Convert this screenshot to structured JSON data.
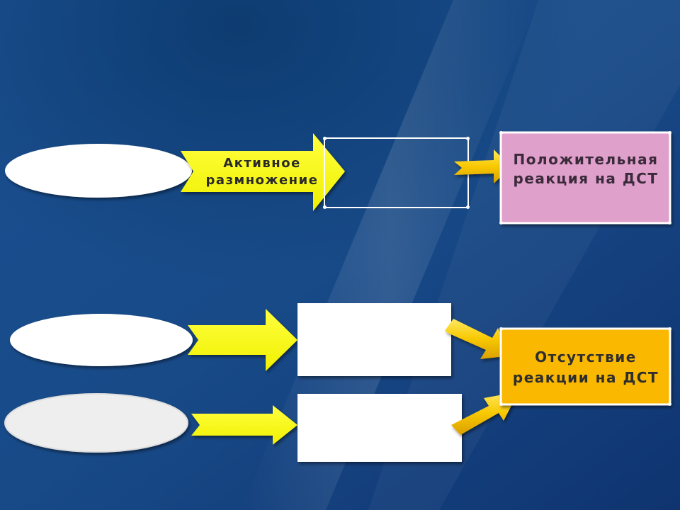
{
  "arrow_label_top": "Активное размножение",
  "result_positive": "Положительная реакция на ДСТ",
  "result_negative": "Отсутствие реакции на ДСТ",
  "colors": {
    "background": "#16417a",
    "arrow_fill": "#ffff00",
    "arrow_gold": "#f5c400",
    "positive_box": "#e0a0cc",
    "negative_box": "#fbb800"
  }
}
